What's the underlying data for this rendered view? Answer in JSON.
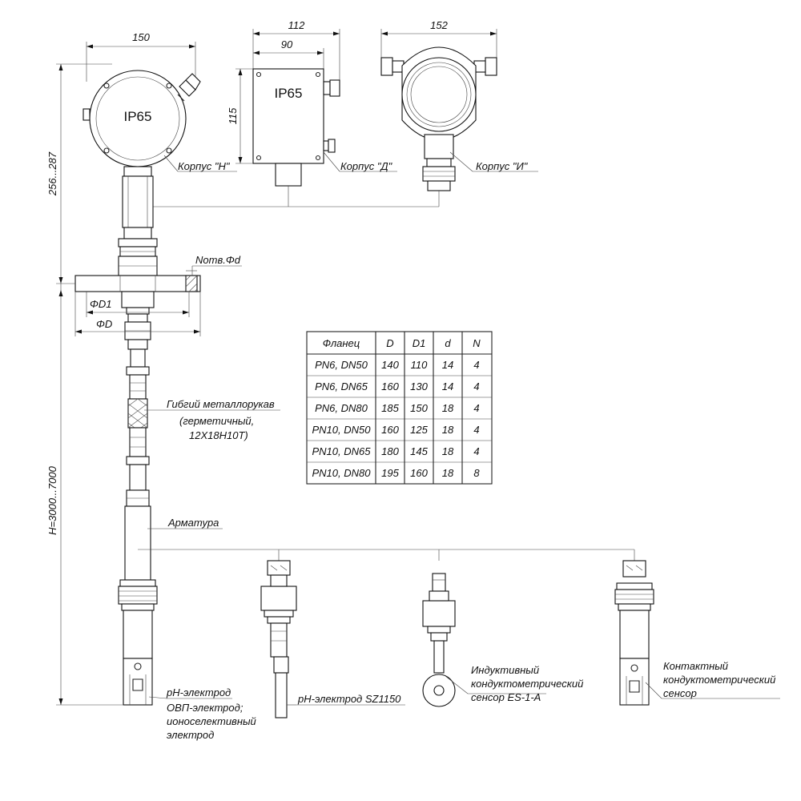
{
  "housings": {
    "h": {
      "width_dim": "150",
      "rating": "IP65",
      "label": "Корпус \"Н\""
    },
    "d": {
      "width_outer_dim": "112",
      "width_inner_dim": "90",
      "height_dim": "115",
      "rating": "IP65",
      "label": "Корпус \"Д\""
    },
    "i": {
      "width_dim": "152",
      "label": "Корпус \"И\""
    }
  },
  "dimensions": {
    "top_height": "256...287",
    "total_height": "H=3000...7000",
    "holes": "Nотв.Φd",
    "d1": "ΦD1",
    "d": "ΦD"
  },
  "labels": {
    "hose_line1": "Гибгий металлорукав",
    "hose_line2": "(герметичный,",
    "hose_line3": "12Х18Н10Т)",
    "armature": "Арматура",
    "ph_line1": "pH-электрод",
    "ph_line2": "ОВП-электрод;",
    "ph_line3": "ионоселективный",
    "ph_line4": "электрод",
    "sz1150": "pH-электрод SZ1150",
    "ind_line1": "Индуктивный",
    "ind_line2": "кондуктометрический",
    "ind_line3": "сенсор ES-1-A",
    "con_line1": "Контактный",
    "con_line2": "кондуктометрический",
    "con_line3": "сенсор"
  },
  "flange_table": {
    "headers": [
      "Фланец",
      "D",
      "D1",
      "d",
      "N"
    ],
    "rows": [
      [
        "PN6, DN50",
        "140",
        "110",
        "14",
        "4"
      ],
      [
        "PN6, DN65",
        "160",
        "130",
        "14",
        "4"
      ],
      [
        "PN6, DN80",
        "185",
        "150",
        "18",
        "4"
      ],
      [
        "PN10, DN50",
        "160",
        "125",
        "18",
        "4"
      ],
      [
        "PN10, DN65",
        "180",
        "145",
        "18",
        "4"
      ],
      [
        "PN10, DN80",
        "195",
        "160",
        "18",
        "8"
      ]
    ]
  }
}
